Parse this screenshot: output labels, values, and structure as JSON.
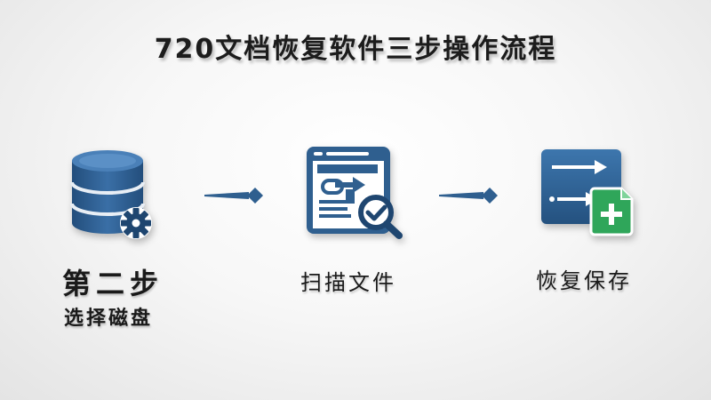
{
  "title": "720文档恢复软件三步操作流程",
  "steps": [
    {
      "icon": "database-gear-icon",
      "title": "第二步",
      "label": "选择磁盘"
    },
    {
      "icon": "scan-document-icon",
      "label": "扫描文件"
    },
    {
      "icon": "restore-save-icon",
      "label": "恢复保存"
    }
  ],
  "colors": {
    "primary_blue": "#2f5f8f",
    "dark_blue": "#1f4670",
    "green_accent": "#2fa65a",
    "text": "#1a1a1a"
  }
}
